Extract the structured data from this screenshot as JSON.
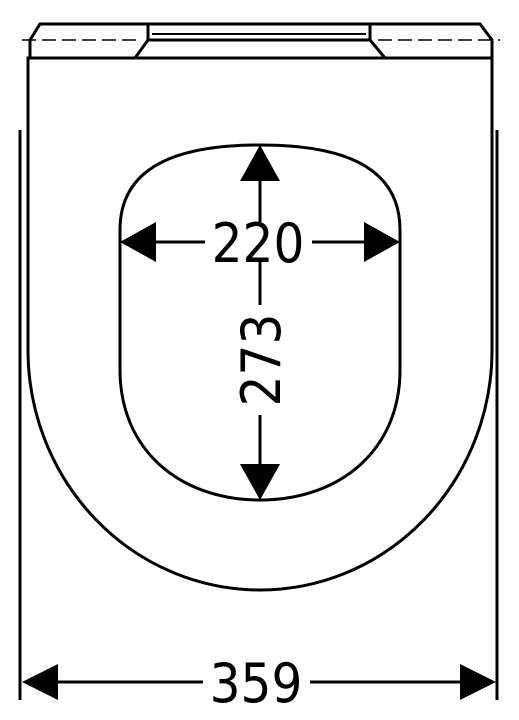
{
  "dimensions": {
    "inner_width": "220",
    "inner_length": "273",
    "outer_width": "359"
  },
  "colors": {
    "line": "#000000",
    "background": "#ffffff"
  }
}
